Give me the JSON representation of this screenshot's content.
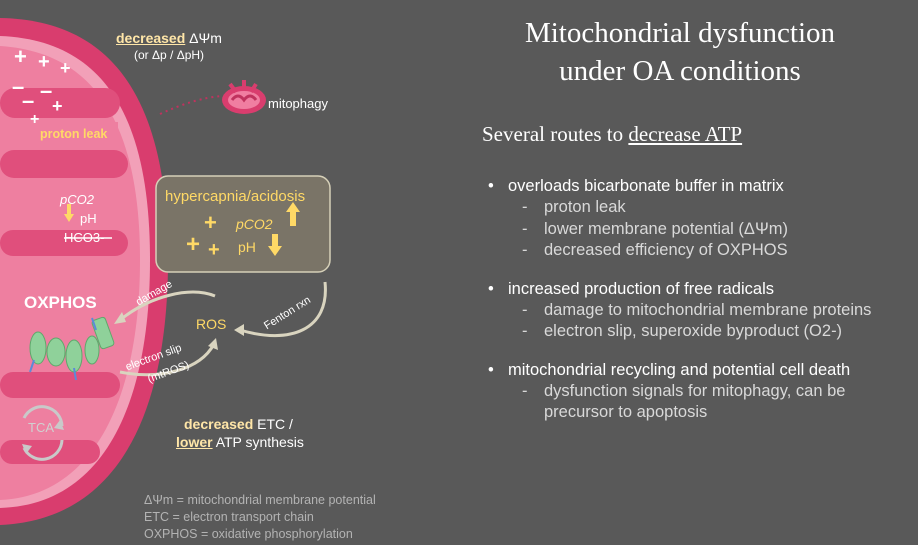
{
  "title_line1": "Mitochondrial dysfunction",
  "title_line2": "under OA conditions",
  "subtitle_prefix": "Several routes to ",
  "subtitle_emph": "decrease ATP",
  "bullets": [
    {
      "text": "overloads bicarbonate buffer in matrix",
      "subs": [
        "proton leak",
        "lower membrane potential (ΔΨm)",
        "decreased efficiency of OXPHOS"
      ]
    },
    {
      "text": "increased production of free radicals",
      "subs": [
        "damage to mitochondrial membrane proteins",
        "electron slip, superoxide byproduct (O2-)"
      ]
    },
    {
      "text": "mitochondrial recycling and potential cell death",
      "subs": [
        "dysfunction signals for mitophagy, can be precursor to apoptosis"
      ]
    }
  ],
  "diagram": {
    "decreased_word": "decreased",
    "delta_psi": " ΔΨm",
    "or_text": "(or Δp / ΔpH)",
    "mitophagy": "mitophagy",
    "proton_leak": "proton leak",
    "pco2": "pCO2",
    "ph": "pH",
    "hco3": "HCO3-",
    "hyper_title": "hypercapnia/acidosis",
    "hyper_pco2": "pCO2",
    "hyper_ph": "pH",
    "oxphos": "OXPHOS",
    "damage": "damage",
    "ros": "ROS",
    "fenton": "Fenton rxn",
    "electron_slip": "electron slip",
    "mtros": "(mtROS)",
    "tca": "TCA",
    "etc_decreased": "decreased",
    "etc_rest": " ETC /",
    "lower": "lower",
    "atp_rest": " ATP synthesis"
  },
  "legend": [
    "ΔΨm  = mitochondrial membrane potential",
    "ETC = electron transport chain",
    "OXPHOS = oxidative phosphorylation"
  ],
  "colors": {
    "background": "#595959",
    "membrane_outer": "#d93d6e",
    "matrix": "#f07ea1",
    "crista": "#e35582",
    "hyper_box": "#7a7467",
    "hyper_title": "#ffd966",
    "label_yellow": "#f4d37a",
    "protein_green": "#8fd19a"
  }
}
